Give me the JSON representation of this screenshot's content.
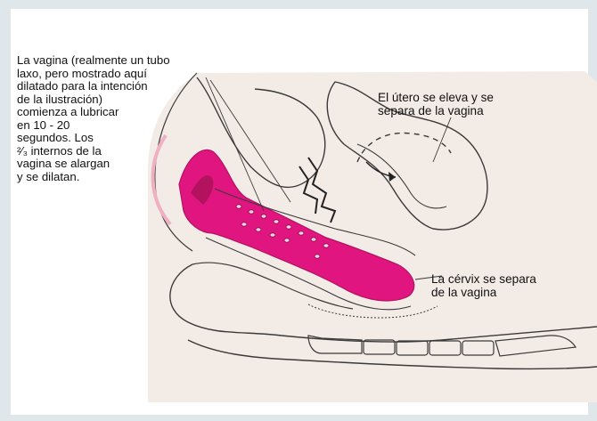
{
  "captions": {
    "vagina": "La vagina (realmente un tubo\nlaxo, pero mostrado aquí\ndilatado para la intención\nde la ilustración)\ncomienza a lubricar\n en 10 - 20\nsegundos. Los\n²⁄₃ internos de la\nvagina se alargan\ny se dilatan.",
    "utero": "El útero se eleva y se\nsepara de la vagina",
    "cervix": "La cérvix se separa\nde la vagina"
  },
  "colors": {
    "background_frame": "#dfe7ea",
    "panel": "#ffffff",
    "tissue": "#f3ebe6",
    "highlight": "#e0157f",
    "dark_highlight": "#b3125f",
    "outline": "#3a3a3a"
  },
  "icons": {
    "arrow": "curved-arrow-icon"
  }
}
